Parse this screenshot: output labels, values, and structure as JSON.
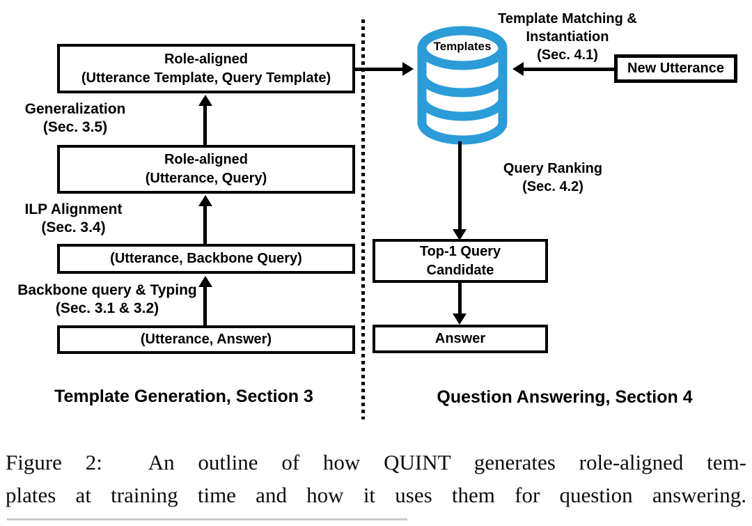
{
  "figure": {
    "left_section": {
      "box_role_aligned_templates": {
        "line1": "Role-aligned",
        "line2": "(Utterance Template, Query Template)"
      },
      "label_generalization": {
        "line1": "Generalization",
        "line2": "(Sec. 3.5)"
      },
      "box_role_aligned_pair": {
        "line1": "Role-aligned",
        "line2": "(Utterance, Query)"
      },
      "label_ilp_alignment": {
        "line1": "ILP Alignment",
        "line2": "(Sec. 3.4)"
      },
      "box_utterance_backbone": {
        "line1": "(Utterance, Backbone Query)"
      },
      "label_backbone_typing": {
        "line1": "Backbone query & Typing",
        "line2": "(Sec. 3.1 & 3.2)"
      },
      "box_utterance_answer": {
        "line1": "(Utterance, Answer)"
      },
      "section_title": "Template Generation, Section 3"
    },
    "right_section": {
      "database_label": "Templates",
      "label_template_matching": {
        "line1": "Template Matching &",
        "line2": "Instantiation",
        "line3": "(Sec. 4.1)"
      },
      "box_new_utterance": {
        "line1": "New Utterance"
      },
      "label_query_ranking": {
        "line1": "Query Ranking",
        "line2": "(Sec. 4.2)"
      },
      "box_top1_query": {
        "line1": "Top-1 Query",
        "line2": "Candidate"
      },
      "box_answer": {
        "line1": "Answer"
      },
      "section_title": "Question Answering, Section 4"
    },
    "caption": {
      "line1": "Figure 2:  An outline of how QUINT generates role-aligned tem-",
      "line2": "plates at training time and how it uses them for question answering."
    },
    "colors": {
      "database_blue": "#2B9CD8",
      "diagram_black": "#000000"
    }
  }
}
